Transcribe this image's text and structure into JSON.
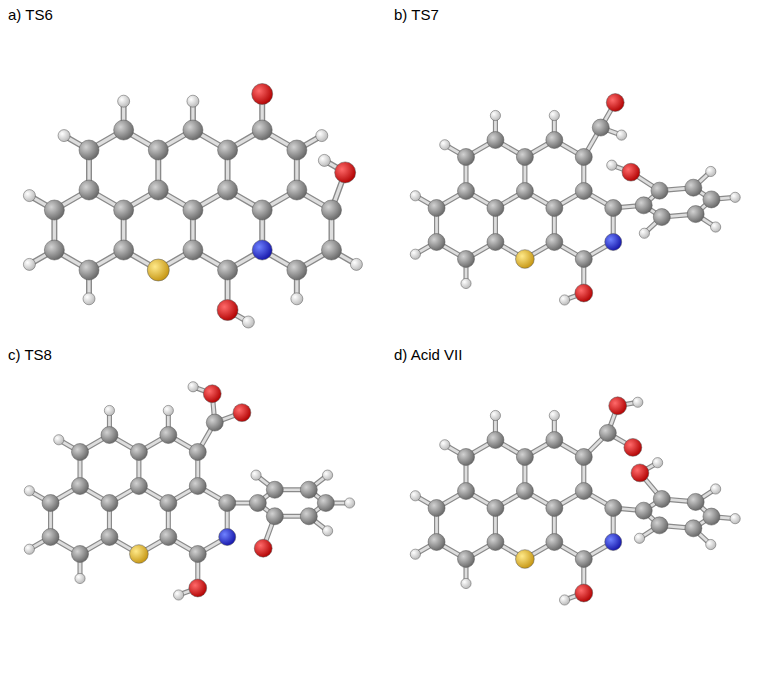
{
  "diagram": {
    "labels": [
      "a) TS6",
      "b) TS7",
      "c) TS8",
      "d) Acid VII"
    ]
  }
}
